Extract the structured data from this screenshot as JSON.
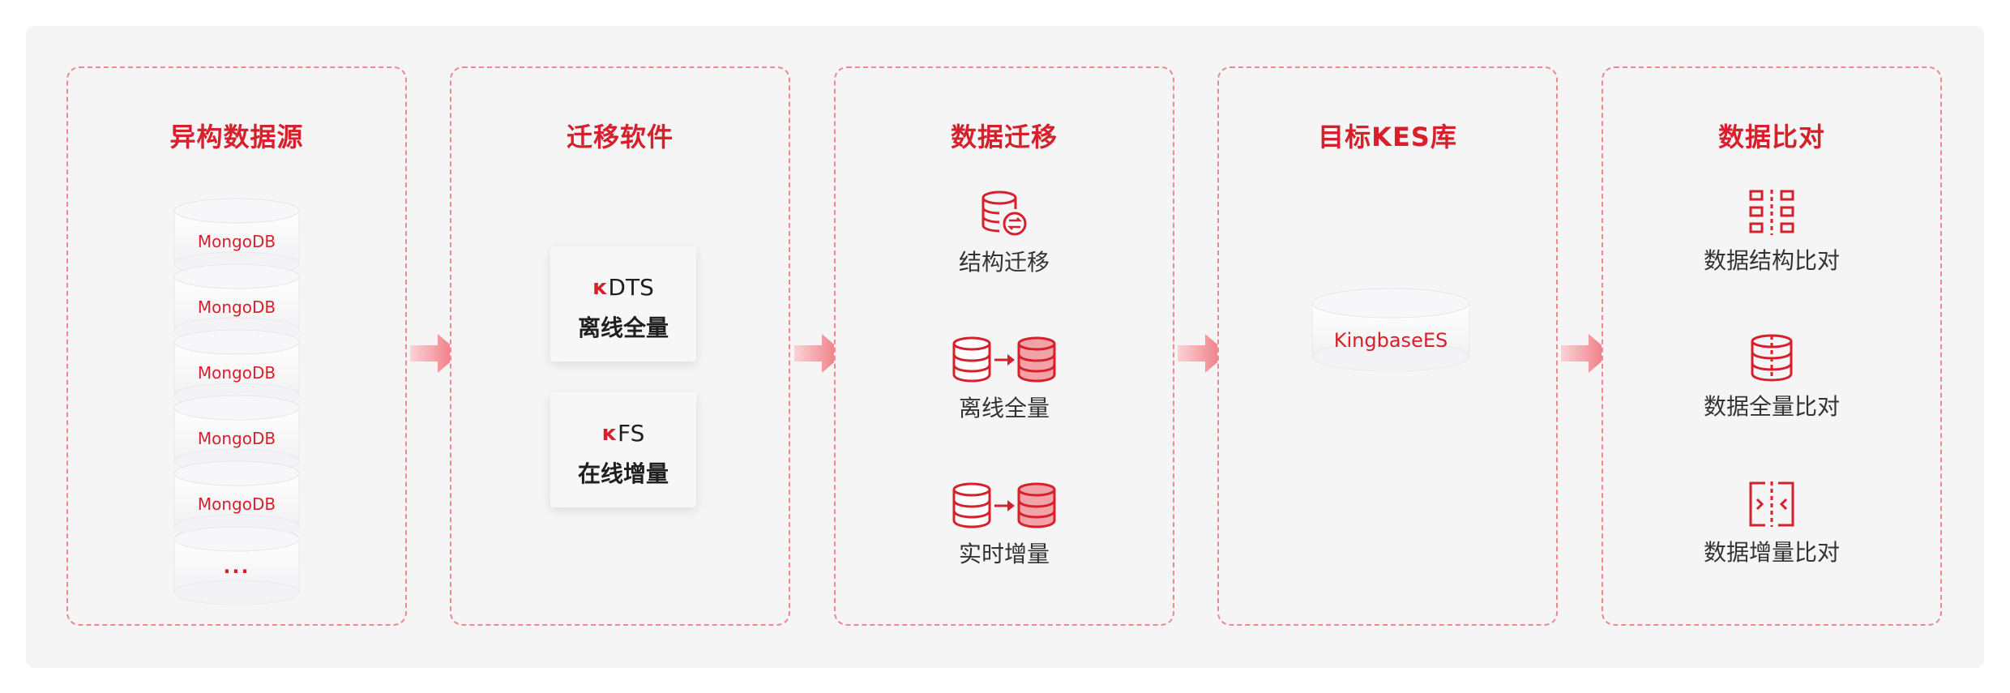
{
  "panels": [
    {
      "title": "异构数据源"
    },
    {
      "title": "迁移软件"
    },
    {
      "title": "数据迁移"
    },
    {
      "title": "目标KES库"
    },
    {
      "title": "数据比对"
    }
  ],
  "sources": {
    "databases": [
      "MongoDB",
      "MongoDB",
      "MongoDB",
      "MongoDB",
      "MongoDB"
    ],
    "more": "..."
  },
  "software": [
    {
      "name": "DTS",
      "desc": "离线全量"
    },
    {
      "name": "FS",
      "desc": "在线增量"
    }
  ],
  "migration": {
    "items": [
      {
        "label": "结构迁移",
        "icon": "database-sync-icon"
      },
      {
        "label": "离线全量",
        "icon": "database-transfer-icon"
      },
      {
        "label": "实时增量",
        "icon": "database-transfer-icon"
      }
    ]
  },
  "target": {
    "db": "KingbaseES"
  },
  "compare": {
    "items": [
      {
        "label": "数据结构比对",
        "icon": "structure-compare-icon"
      },
      {
        "label": "数据全量比对",
        "icon": "full-compare-icon"
      },
      {
        "label": "数据增量比对",
        "icon": "increment-compare-icon"
      }
    ]
  },
  "colors": {
    "accent": "#d6202c",
    "dashed_border": "#e98b91",
    "background": "#f5f5f6"
  }
}
